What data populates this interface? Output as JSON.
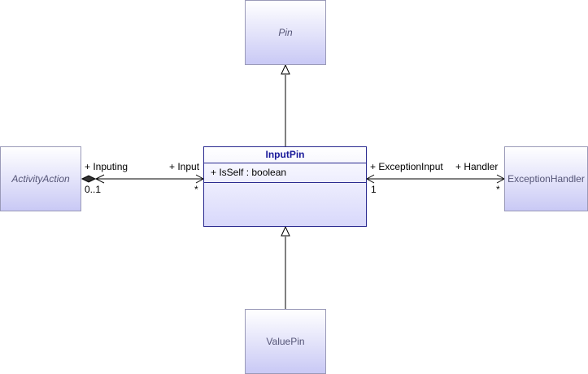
{
  "classes": {
    "pin": {
      "name": "Pin",
      "abstract": true
    },
    "activity_action": {
      "name": "ActivityAction",
      "abstract": true
    },
    "input_pin": {
      "name": "InputPin",
      "attribute": "+ IsSelf : boolean"
    },
    "exception_handler": {
      "name": "ExceptionHandler"
    },
    "value_pin": {
      "name": "ValuePin"
    }
  },
  "associations": {
    "inputing": {
      "source_role": "+ Inputing",
      "source_multiplicity": "0..1",
      "target_role": "+ Input",
      "target_multiplicity": "*"
    },
    "exception": {
      "source_role": "+ ExceptionInput",
      "source_multiplicity": "1",
      "target_role": "+ Handler",
      "target_multiplicity": "*"
    }
  },
  "colors": {
    "box_border": "#9a9ab8",
    "box_fill": "#c9c9f5",
    "selected_border": "#2a2a90",
    "title_text": "#1a1a9a",
    "line": "#000000"
  }
}
